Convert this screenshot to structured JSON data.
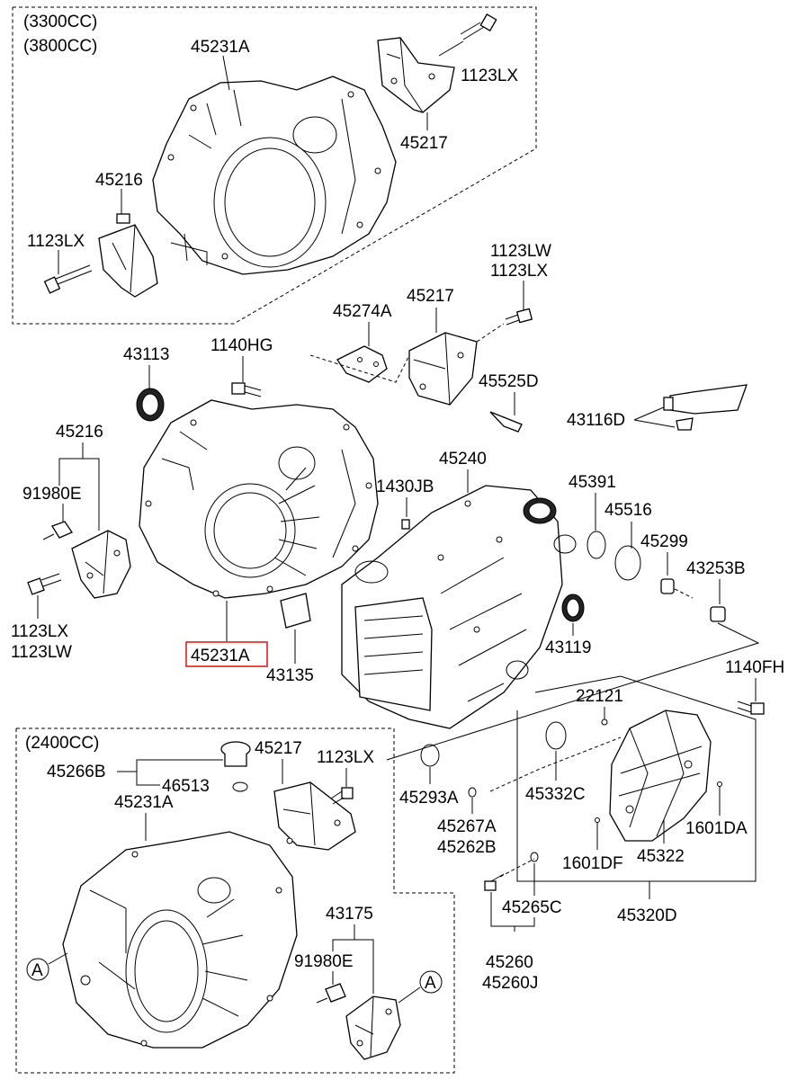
{
  "groups": {
    "top_variant_1": "(3300CC)",
    "top_variant_2": "(3800CC)",
    "bottom_variant": "(2400CC)"
  },
  "labels": {
    "p45231A_top": "45231A",
    "p1123LX_topright": "1123LX",
    "p45217_top": "45217",
    "p45216_top": "45216",
    "p1123LX_topleft": "1123LX",
    "p1123LW_mid": "1123LW",
    "p1123LX_mid": "1123LX",
    "p45274A": "45274A",
    "p45217_mid": "45217",
    "p43113": "43113",
    "p1140HG": "1140HG",
    "p45525D": "45525D",
    "p43116D": "43116D",
    "p45216_mid": "45216",
    "p45240": "45240",
    "p91980E_mid": "91980E",
    "p1430JB": "1430JB",
    "p45391": "45391",
    "p45516": "45516",
    "p45299": "45299",
    "p43253B": "43253B",
    "p1123LX_left": "1123LX",
    "p1123LW_left": "1123LW",
    "p45231A_highlight": "45231A",
    "p43135": "43135",
    "p43119": "43119",
    "p1140FH": "1140FH",
    "p22121": "22121",
    "p45217_bottom": "45217",
    "p1123LX_bottom": "1123LX",
    "p45266B": "45266B",
    "p46513": "46513",
    "p45231A_bottom": "45231A",
    "p45293A": "45293A",
    "p45332C": "45332C",
    "p45267A": "45267A",
    "p45262B": "45262B",
    "p1601DA": "1601DA",
    "p1601DF": "1601DF",
    "p45322": "45322",
    "p45265C": "45265C",
    "p45320D": "45320D",
    "p43175": "43175",
    "p91980E_bottom": "91980E",
    "p45260": "45260",
    "p45260J": "45260J",
    "ref_a_left": "A",
    "ref_a_right": "A"
  },
  "colors": {
    "line": "#000000",
    "highlight": "#e0201c",
    "background": "#ffffff"
  }
}
